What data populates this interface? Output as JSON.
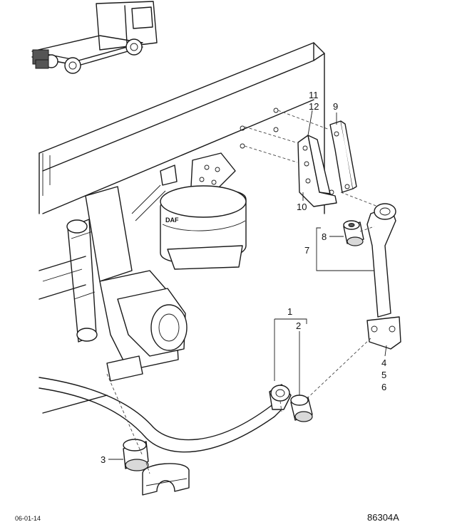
{
  "callouts": {
    "c1": "1",
    "c2": "2",
    "c3": "3",
    "c4": "4",
    "c5": "5",
    "c6": "6",
    "c7": "7",
    "c8": "8",
    "c9": "9",
    "c10": "10",
    "c11": "11",
    "c12": "12"
  },
  "footer": {
    "date": "06-01-14",
    "drawing_number": "86304A"
  },
  "logo_text": "DAF"
}
